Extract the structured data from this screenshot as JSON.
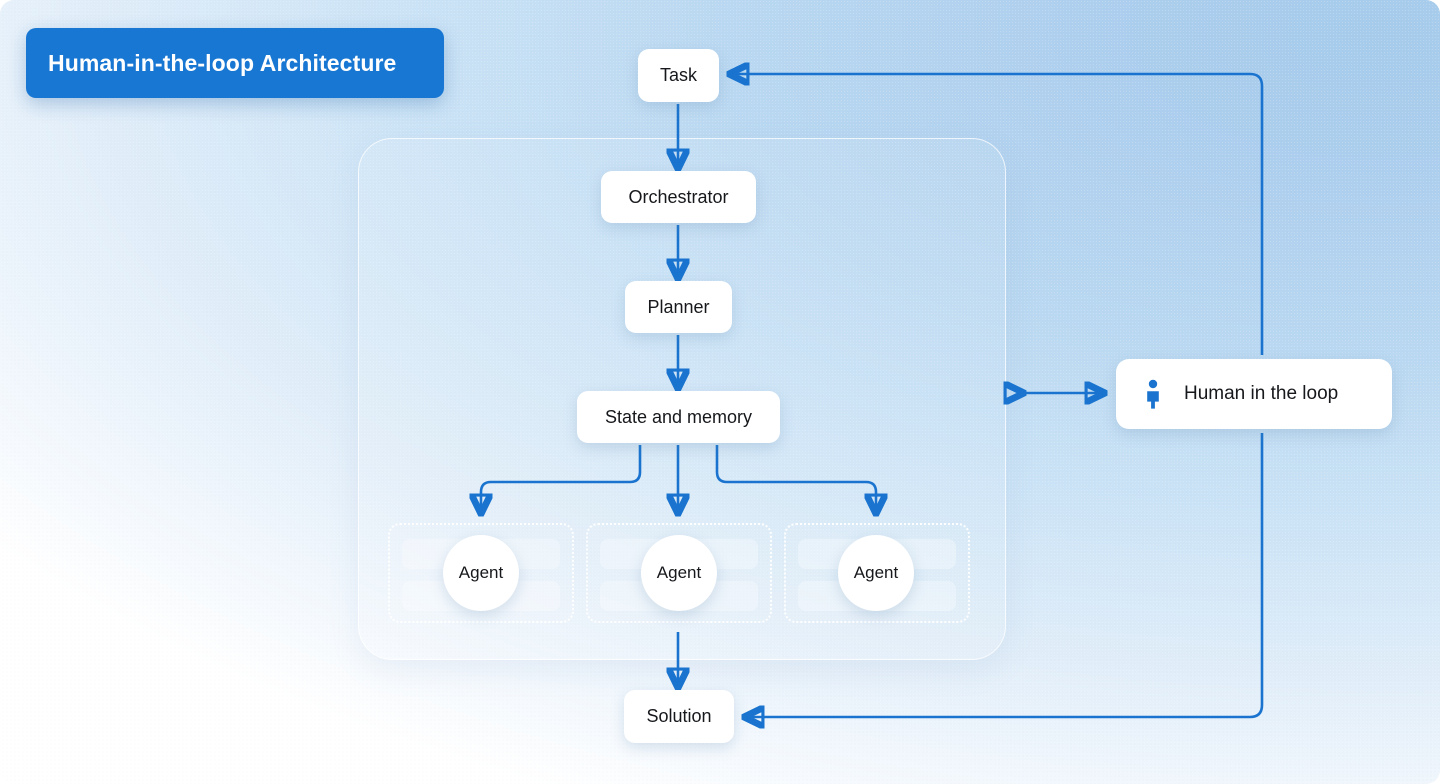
{
  "title": {
    "text": "Human-in-the-loop Architecture"
  },
  "colors": {
    "accent_blue": "#1877d2",
    "arrow_blue": "#1a74cf",
    "node_bg": "#ffffff",
    "node_text": "#16181c",
    "background_top_right": "#a6cbeb",
    "background_bottom_left": "#ffffff"
  },
  "nodes": {
    "task": "Task",
    "orchestrator": "Orchestrator",
    "planner": "Planner",
    "state": "State and memory",
    "solution": "Solution",
    "human": "Human in the loop"
  },
  "agents": [
    {
      "label": "Agent"
    },
    {
      "label": "Agent"
    },
    {
      "label": "Agent"
    }
  ],
  "icons": {
    "human": "person-icon"
  },
  "flow": {
    "edges": [
      {
        "from": "Task",
        "to": "Orchestrator",
        "type": "arrow-down"
      },
      {
        "from": "Orchestrator",
        "to": "Planner",
        "type": "arrow-down"
      },
      {
        "from": "Planner",
        "to": "State and memory",
        "type": "arrow-down"
      },
      {
        "from": "State and memory",
        "to": "Agent",
        "type": "branch-left"
      },
      {
        "from": "State and memory",
        "to": "Agent",
        "type": "arrow-down"
      },
      {
        "from": "State and memory",
        "to": "Agent",
        "type": "branch-right"
      },
      {
        "from": "Agent",
        "to": "Solution",
        "type": "arrow-down"
      },
      {
        "from": "State and memory",
        "to": "Human in the loop",
        "type": "double-arrow"
      },
      {
        "from": "Human in the loop",
        "to": "Task",
        "type": "elbow-up-left"
      },
      {
        "from": "Solution",
        "to": "Human in the loop",
        "type": "elbow-up-right"
      }
    ]
  }
}
